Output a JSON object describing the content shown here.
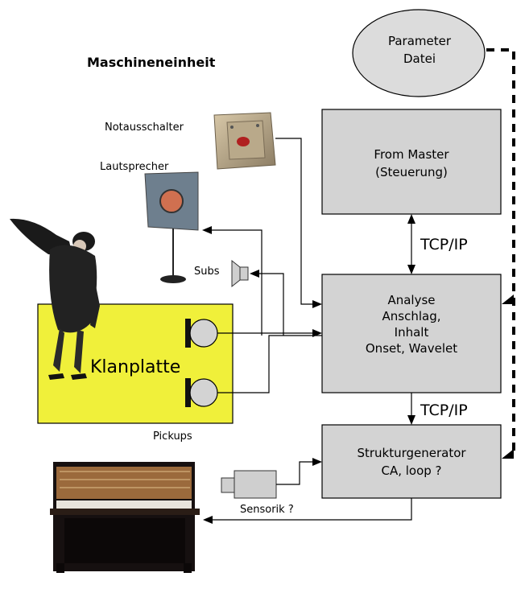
{
  "title": "Maschineneinheit",
  "nodes": {
    "parameter_datei": [
      "Parameter",
      "Datei"
    ],
    "from_master": [
      "From Master",
      "(Steuerung)"
    ],
    "analyse": [
      "Analyse",
      "Anschlag,",
      "Inhalt",
      "Onset, Wavelet"
    ],
    "strukturgenerator": [
      "Strukturgenerator",
      "CA, loop ?"
    ]
  },
  "edges": {
    "tcpip_top": "TCP/IP",
    "tcpip_bottom": "TCP/IP",
    "sensorik": "Sensorik ?"
  },
  "devices": {
    "notausschalter": "Notausschalter",
    "lautsprecher": "Lautsprecher",
    "subs": "Subs",
    "klanplatte": "Klanplatte",
    "pickups": "Pickups"
  },
  "colors": {
    "box_fill": "#d3d3d3",
    "plate_fill": "#f0f03a",
    "ellipse_fill": "#dcdcdc",
    "speaker_panel": "#6e7f8e",
    "speaker_cone": "#d07050"
  }
}
